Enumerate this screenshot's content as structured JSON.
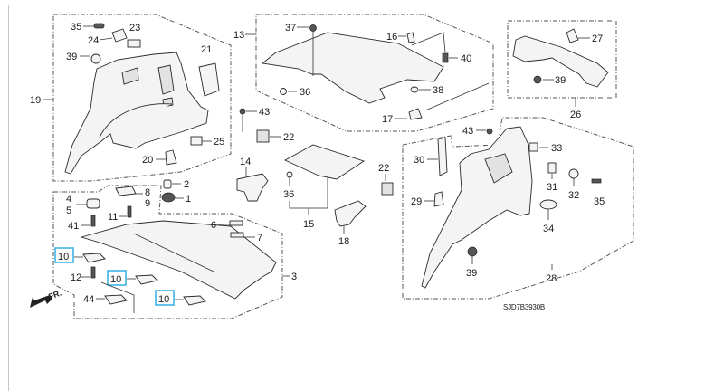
{
  "diagram": {
    "title_code": "SJD7B3930B",
    "direction_label": "FR.",
    "accent_color": "#3fb4e4",
    "groups": {
      "rear_left_trim": "19",
      "floor_lid": "13",
      "upper_trim_right": "26",
      "rear_right_trim": "28",
      "tonneau_cover": "3",
      "lid_assembly": "15"
    },
    "callouts": {
      "c35a": "35",
      "c23": "23",
      "c24": "24",
      "c39a": "39",
      "c21": "21",
      "c19": "19",
      "c25": "25",
      "c20": "20",
      "c2": "2",
      "c1": "1",
      "c43a": "43",
      "c22a": "22",
      "c13": "13",
      "c37": "37",
      "c16": "16",
      "c40": "40",
      "c36a": "36",
      "c38": "38",
      "c17": "17",
      "c27": "27",
      "c39b": "39",
      "c26": "26",
      "c43b": "43",
      "c33": "33",
      "c30": "30",
      "c31": "31",
      "c32": "32",
      "c35b": "35",
      "c29": "29",
      "c34": "34",
      "c39c": "39",
      "c28": "28",
      "c22b": "22",
      "c14": "14",
      "c36b": "36",
      "c15": "15",
      "c18": "18",
      "c4": "4",
      "c5": "5",
      "c8": "8",
      "c9": "9",
      "c11": "11",
      "c41": "41",
      "c6": "6",
      "c7": "7",
      "c10a": "10",
      "c12": "12",
      "c10b": "10",
      "c10c": "10",
      "c44": "44",
      "c3": "3"
    },
    "highlighted_part": "10"
  }
}
